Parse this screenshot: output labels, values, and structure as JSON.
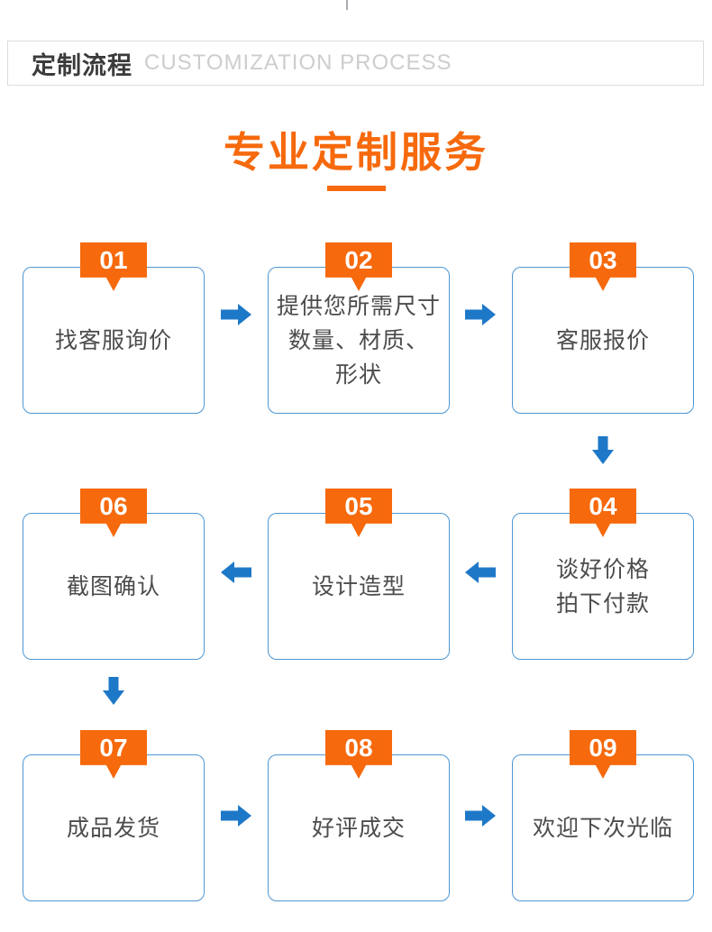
{
  "header": {
    "title_cn": "定制流程",
    "title_en": "CUSTOMIZATION PROCESS"
  },
  "banner": {
    "title": "专业定制服务"
  },
  "flow": {
    "steps": [
      {
        "num": "01",
        "label": "找客服询价"
      },
      {
        "num": "02",
        "label": "提供您所需尺寸\n数量、材质、\n形状"
      },
      {
        "num": "03",
        "label": "客服报价"
      },
      {
        "num": "04",
        "label": "谈好价格\n拍下付款"
      },
      {
        "num": "05",
        "label": "设计造型"
      },
      {
        "num": "06",
        "label": "截图确认"
      },
      {
        "num": "07",
        "label": "成品发货"
      },
      {
        "num": "08",
        "label": "好评成交"
      },
      {
        "num": "09",
        "label": "欢迎下次光临"
      }
    ]
  },
  "colors": {
    "accent_orange": "#f6690c",
    "box_border_blue": "#4d97d4",
    "arrow_blue": "#1e78c8",
    "step_text_gray": "#4c4c4c",
    "header_text_dark": "#3b3b3b",
    "header_en_gray": "#cdcdcd"
  }
}
